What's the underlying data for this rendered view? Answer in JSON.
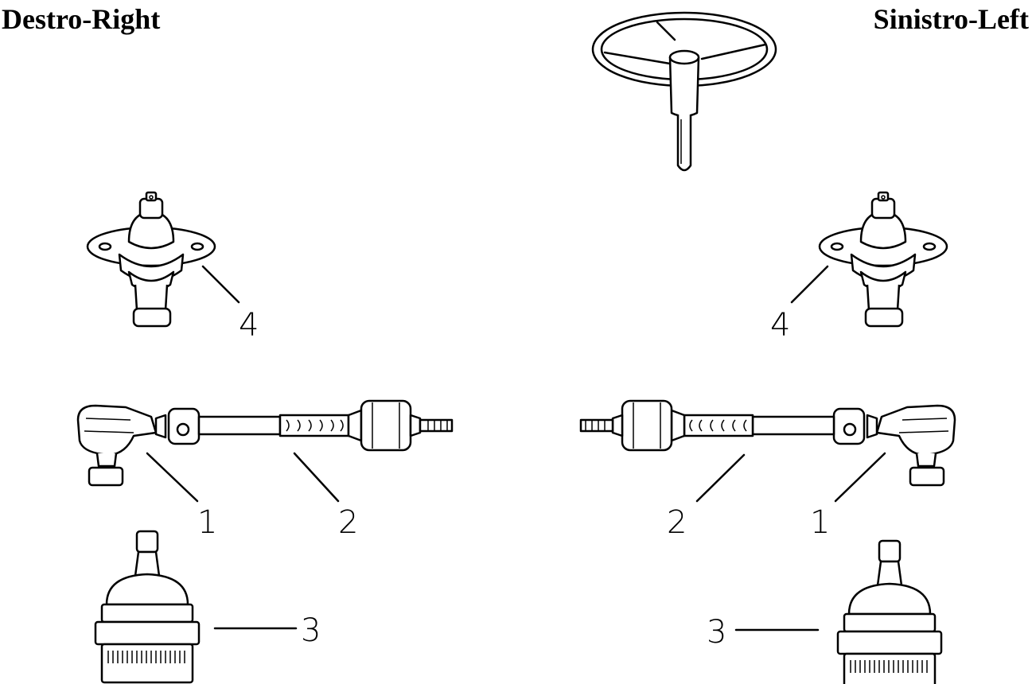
{
  "labels": {
    "right_side": "Destro-Right",
    "left_side": "Sinistro-Left"
  },
  "callouts": {
    "right": [
      "1",
      "2",
      "3",
      "4"
    ],
    "left": [
      "1",
      "2",
      "3",
      "4"
    ]
  },
  "icons": [
    "steering-wheel-icon",
    "ball-joint-flange-icon",
    "tie-rod-icon",
    "ball-joint-icon"
  ],
  "colors": {
    "ink": "#000000",
    "background": "#ffffff"
  }
}
